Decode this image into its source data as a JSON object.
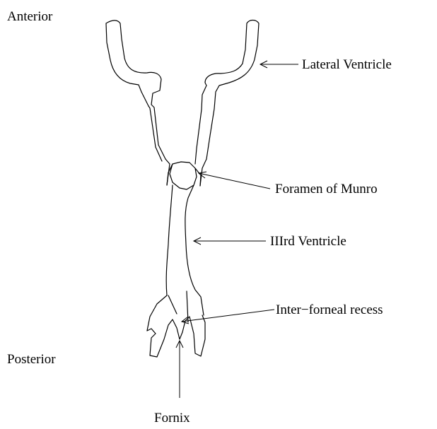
{
  "labels": {
    "anterior": "Anterior",
    "posterior": "Posterior",
    "lateral_ventricle": "Lateral Ventricle",
    "foramen_of_munro": "Foramen of Munro",
    "third_ventricle": "IIIrd Ventricle",
    "inter_forneal_recess": "Inter−forneal recess",
    "fornix": "Fornix"
  }
}
